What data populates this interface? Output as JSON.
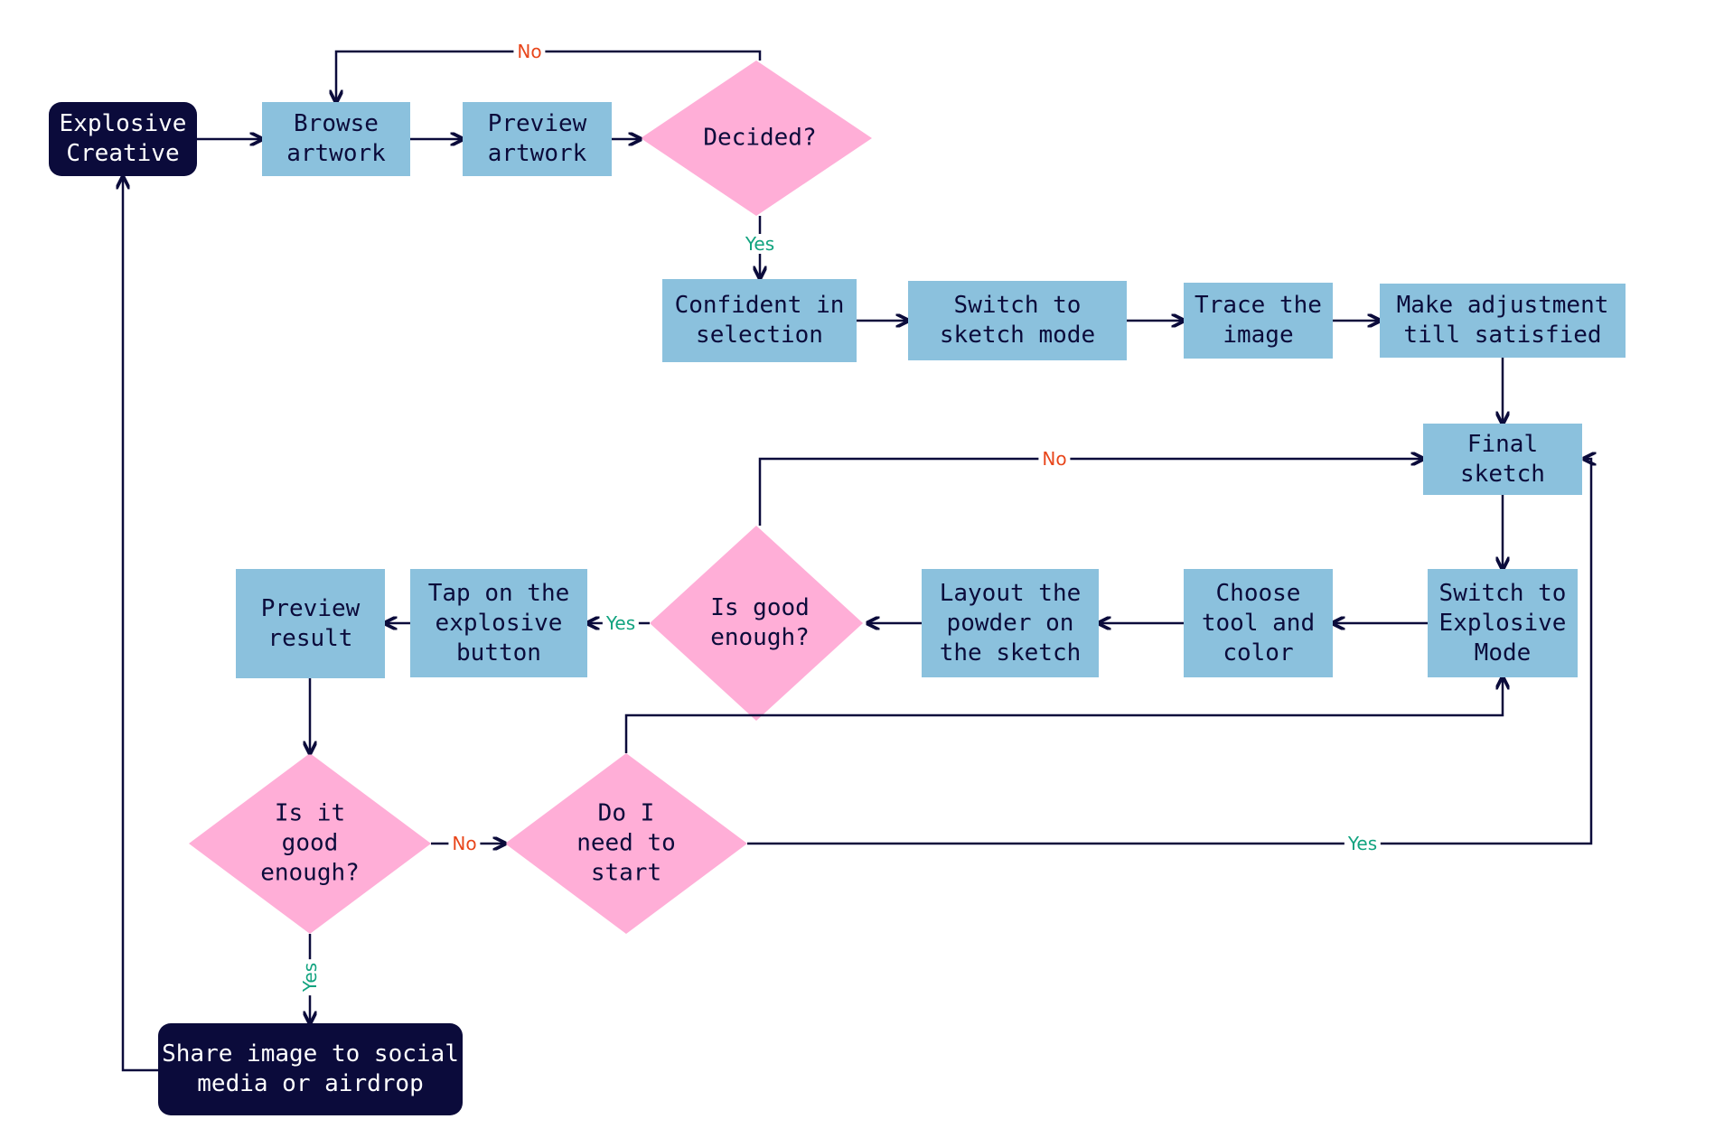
{
  "colors": {
    "process_fill": "#8bc1dd",
    "decision_fill": "#ffaed7",
    "terminal_fill": "#0b0b3b",
    "edge": "#0b0b3b",
    "yes_label": "#11a37f",
    "no_label": "#e8461b"
  },
  "nodes": {
    "explosive_creative": "Explosive\nCreative",
    "browse_artwork": "Browse\nartwork",
    "preview_artwork": "Preview\nartwork",
    "decided": "Decided?",
    "confident": "Confident in\nselection",
    "switch_sketch": "Switch to\nsketch mode",
    "trace_image": "Trace the\nimage",
    "make_adjustment": "Make adjustment\ntill satisfied",
    "final_sketch": "Final\nsketch",
    "switch_explosive": "Switch to\nExplosive\nMode",
    "choose_tool": "Choose\ntool and\ncolor",
    "layout_powder": "Layout the\npowder on\nthe sketch",
    "is_good_enough_1": "Is good\nenough?",
    "tap_explosive": "Tap on the\nexplosive\nbutton",
    "preview_result": "Preview\nresult",
    "is_it_good_enough": "Is it\ngood\nenough?",
    "do_i_need": "Do I\nneed to\nstart",
    "share_image": "Share image to social\nmedia or airdrop"
  },
  "edge_labels": {
    "decided_no": "No",
    "decided_yes": "Yes",
    "good1_no": "No",
    "good1_yes": "Yes",
    "good2_no": "No",
    "good2_yes": "Yes",
    "restart_yes": "Yes"
  }
}
